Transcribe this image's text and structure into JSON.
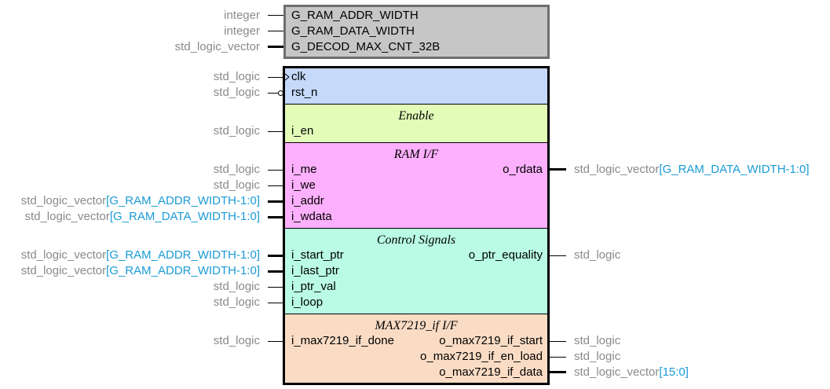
{
  "generics": [
    {
      "type": "integer",
      "name": "G_RAM_ADDR_WIDTH"
    },
    {
      "type": "integer",
      "name": "G_RAM_DATA_WIDTH"
    },
    {
      "type": "std_logic_vector",
      "name": "G_DECOD_MAX_CNT_32B"
    }
  ],
  "clock_group": {
    "inputs": [
      {
        "type": "std_logic",
        "name": "clk"
      },
      {
        "type": "std_logic",
        "name": "rst_n"
      }
    ]
  },
  "enable_group": {
    "title": "Enable",
    "inputs": [
      {
        "type": "std_logic",
        "name": "i_en"
      }
    ]
  },
  "ram_group": {
    "title": "RAM I/F",
    "inputs": [
      {
        "type": "std_logic",
        "range": "",
        "name": "i_me"
      },
      {
        "type": "std_logic",
        "range": "",
        "name": "i_we"
      },
      {
        "type": "std_logic_vector",
        "range": "[G_RAM_ADDR_WIDTH-1:0]",
        "name": "i_addr"
      },
      {
        "type": "std_logic_vector",
        "range": "[G_RAM_DATA_WIDTH-1:0]",
        "name": "i_wdata"
      }
    ],
    "outputs": [
      {
        "type": "std_logic_vector",
        "range": "[G_RAM_DATA_WIDTH-1:0]",
        "name": "o_rdata"
      }
    ]
  },
  "control_group": {
    "title": "Control Signals",
    "inputs": [
      {
        "type": "std_logic_vector",
        "range": "[G_RAM_ADDR_WIDTH-1:0]",
        "name": "i_start_ptr"
      },
      {
        "type": "std_logic_vector",
        "range": "[G_RAM_ADDR_WIDTH-1:0]",
        "name": "i_last_ptr"
      },
      {
        "type": "std_logic",
        "range": "",
        "name": "i_ptr_val"
      },
      {
        "type": "std_logic",
        "range": "",
        "name": "i_loop"
      }
    ],
    "outputs": [
      {
        "type": "std_logic",
        "range": "",
        "name": "o_ptr_equality"
      }
    ]
  },
  "max_group": {
    "title": "MAX7219_if I/F",
    "inputs": [
      {
        "type": "std_logic",
        "range": "",
        "name": "i_max7219_if_done"
      }
    ],
    "outputs": [
      {
        "type": "std_logic",
        "range": "",
        "name": "o_max7219_if_start"
      },
      {
        "type": "std_logic",
        "range": "",
        "name": "o_max7219_if_en_load"
      },
      {
        "type": "std_logic_vector",
        "range": "[15:0]",
        "name": "o_max7219_if_data"
      }
    ]
  },
  "colors": {
    "generic_bg": "#c6c6c6",
    "clock_bg": "#c5d9fb",
    "enable_bg": "#e3fdb9",
    "ram_bg": "#fdb0fd",
    "control_bg": "#b9fbe4",
    "max_bg": "#fadcc5",
    "type_text": "#8a8a8a",
    "range_text": "#1a9bd7"
  }
}
